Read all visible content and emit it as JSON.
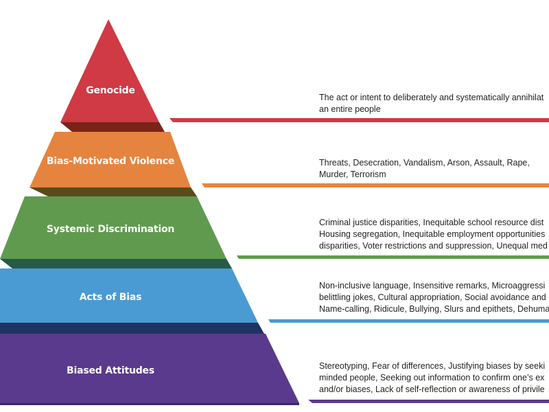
{
  "diagram": {
    "title": "Pyramid of Hate",
    "levels": [
      {
        "name": "Genocide",
        "color": "#cf3a44",
        "shadow": "#7a2419",
        "description": "The act or intent to deliberately and systematically annihilat\nan entire people"
      },
      {
        "name": "Bias-Motivated Violence",
        "color": "#e5843f",
        "shadow": "#5a4a1c",
        "description": "Threats, Desecration, Vandalism, Arson, Assault, Rape,\nMurder, Terrorism"
      },
      {
        "name": "Systemic Discrimination",
        "color": "#609a4e",
        "shadow": "#265b4a",
        "description": "Criminal justice disparities, Inequitable school resource dist\nHousing segregation, Inequitable employment opportunities\ndisparities, Voter restrictions and suppression, Unequal med"
      },
      {
        "name": "Acts of Bias",
        "color": "#4a9bd3",
        "shadow": "#1e3364",
        "description": "Non-inclusive language, Insensitive remarks, Microaggressi\nbelittling jokes, Cultural appropriation, Social avoidance and\nName-calling, Ridicule, Bullying, Slurs and epithets, Dehuma"
      },
      {
        "name": "Biased Attitudes",
        "color": "#593a8c",
        "shadow": "#3b2766",
        "description": "Stereotyping, Fear of differences, Justifying biases by seeki\nminded people, Seeking out information to confirm one’s ex\nand/or biases, Lack of self-reflection or awareness of privile"
      }
    ]
  }
}
